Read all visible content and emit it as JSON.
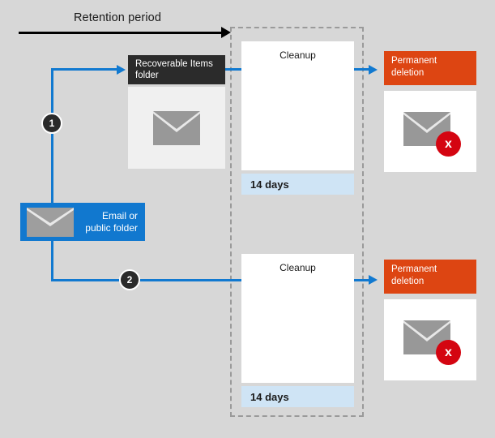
{
  "diagram": {
    "title": "Retention period",
    "background_color": "#d7d7d7",
    "accent_blue": "#1179d0",
    "accent_orange": "#dd4512",
    "accent_dark": "#2b2b2b",
    "accent_red": "#d40511",
    "band_color": "#cfe4f5"
  },
  "source": {
    "label": "Email or\npublic folder",
    "label_line1": "Email or",
    "label_line2": "public folder",
    "icon": "envelope-icon"
  },
  "recoverable_items": {
    "header_line1": "Recoverable Items",
    "header_line2": "folder",
    "icon": "envelope-icon"
  },
  "steps": [
    {
      "number": "1"
    },
    {
      "number": "2"
    }
  ],
  "flows": [
    {
      "id": "flow-1",
      "step": "1",
      "cleanup": {
        "label": "Cleanup",
        "duration": "14 days"
      },
      "deletion": {
        "header_line1": "Permanent",
        "header_line2": "deletion",
        "icon": "envelope-deleted-icon",
        "badge_glyph": "x"
      }
    },
    {
      "id": "flow-2",
      "step": "2",
      "cleanup": {
        "label": "Cleanup",
        "duration": "14 days"
      },
      "deletion": {
        "header_line1": "Permanent",
        "header_line2": "deletion",
        "icon": "envelope-deleted-icon",
        "badge_glyph": "x"
      }
    }
  ]
}
